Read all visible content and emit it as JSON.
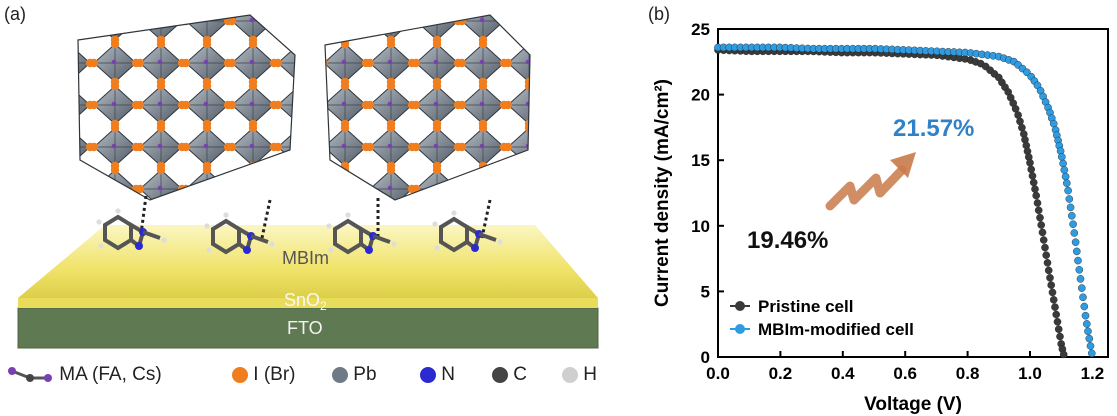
{
  "panel_a": {
    "label": "(a)",
    "layer_labels": {
      "mbim": "MBIm",
      "sno2_base": "SnO",
      "sno2_sub": "2",
      "fto": "FTO"
    },
    "legend": [
      {
        "key": "ma",
        "label": "MA (FA, Cs)",
        "color": "#7a3fb0"
      },
      {
        "key": "i",
        "label": "I (Br)",
        "color": "#f07d1e"
      },
      {
        "key": "pb",
        "label": "Pb",
        "color": "#6e7a86"
      },
      {
        "key": "n",
        "label": "N",
        "color": "#2a2ad0"
      },
      {
        "key": "c",
        "label": "C",
        "color": "#444444"
      },
      {
        "key": "h",
        "label": "H",
        "color": "#cfcfcf"
      }
    ]
  },
  "panel_b": {
    "label": "(b)",
    "annotations": {
      "pristine_pce": "19.46%",
      "modified_pce": "21.57%"
    }
  },
  "chart_data": {
    "type": "scatter",
    "xlabel": "Voltage (V)",
    "ylabel": "Current density (mA/cm²)",
    "xlim": [
      0,
      1.25
    ],
    "ylim": [
      0,
      25
    ],
    "xticks": [
      "0.0",
      "0.2",
      "0.4",
      "0.6",
      "0.8",
      "1.0",
      "1.2"
    ],
    "yticks": [
      "0",
      "5",
      "10",
      "15",
      "20",
      "25"
    ],
    "legend_position": "bottom-left",
    "series": [
      {
        "name": "Pristine cell",
        "color": "#3a3a3a",
        "x": [
          0.0,
          0.1,
          0.2,
          0.3,
          0.4,
          0.5,
          0.6,
          0.7,
          0.8,
          0.85,
          0.9,
          0.93,
          0.96,
          0.98,
          1.0,
          1.02,
          1.04,
          1.06,
          1.08,
          1.1,
          1.11
        ],
        "y": [
          23.4,
          23.3,
          23.3,
          23.3,
          23.2,
          23.2,
          23.1,
          23.0,
          22.7,
          22.3,
          21.3,
          20.2,
          18.6,
          17.0,
          14.8,
          12.3,
          9.5,
          6.6,
          3.8,
          1.0,
          0.0
        ]
      },
      {
        "name": "MBIm-modified cell",
        "color": "#2f9be0",
        "x": [
          0.0,
          0.1,
          0.2,
          0.3,
          0.4,
          0.5,
          0.6,
          0.7,
          0.8,
          0.9,
          0.95,
          1.0,
          1.03,
          1.06,
          1.08,
          1.1,
          1.12,
          1.14,
          1.16,
          1.18,
          1.2
        ],
        "y": [
          23.6,
          23.6,
          23.6,
          23.5,
          23.5,
          23.5,
          23.4,
          23.3,
          23.2,
          22.9,
          22.5,
          21.5,
          20.5,
          18.9,
          17.5,
          15.5,
          13.0,
          9.8,
          6.3,
          2.8,
          0.0
        ]
      }
    ]
  }
}
